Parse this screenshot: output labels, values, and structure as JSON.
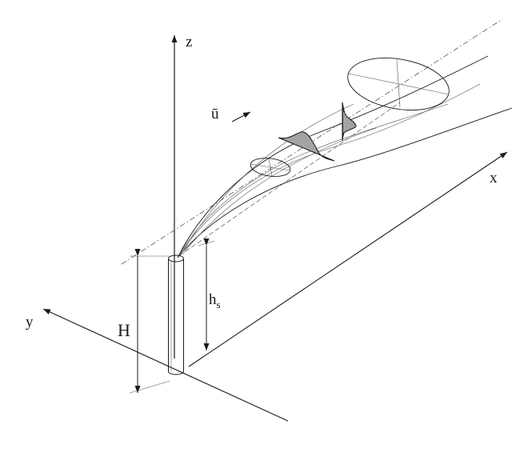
{
  "diagram": {
    "labels": {
      "z_axis": "z",
      "x_axis": "x",
      "y_axis": "y",
      "wind_symbol": "ū",
      "stack_height": "H",
      "plume_rise_base": "h",
      "plume_rise_subscript": "s"
    },
    "colors": {
      "ink": "#1a1a1a",
      "hatch": "#333333",
      "background": "#ffffff"
    }
  }
}
